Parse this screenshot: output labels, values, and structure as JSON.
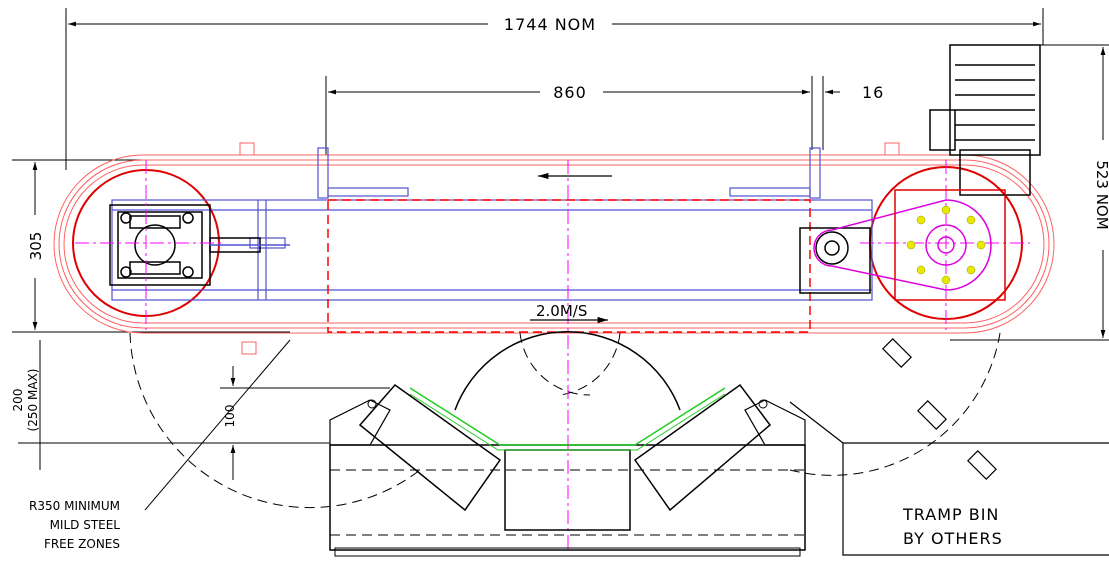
{
  "dimensions": {
    "overall_length": "1744 NOM",
    "center_span": "860",
    "offset": "16",
    "pulley_height": "305",
    "overall_height": "523 NOM",
    "clearance_main": "200",
    "clearance_max": "(250 MAX)",
    "idler_gap": "100"
  },
  "labels": {
    "belt_speed": "2.0M/S",
    "free_zone_line1": "R350 MINIMUM",
    "free_zone_line2": "MILD STEEL",
    "free_zone_line3": "FREE ZONES",
    "tramp_line1": "TRAMP BIN",
    "tramp_line2": "BY OTHERS"
  },
  "colors": {
    "outline": "#000000",
    "belt": "#ff5050",
    "frame": "#4040c0",
    "centerline": "#ff00ff",
    "idler": "#00bb00",
    "bolt": "#e0e000"
  }
}
